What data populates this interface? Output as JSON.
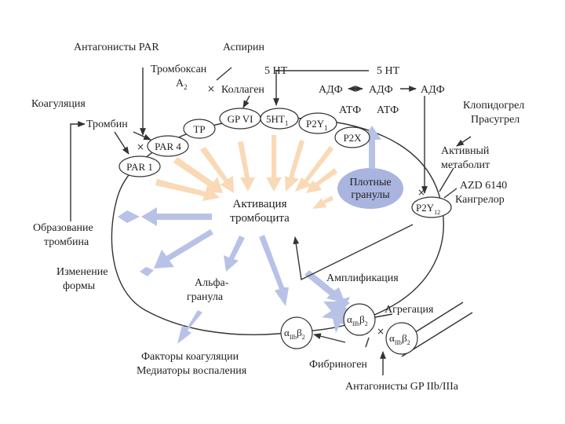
{
  "labels": {
    "par_antagonists": "Антагонисты PAR",
    "aspirin": "Аспирин",
    "thromboxane": "Тромбоксан",
    "a2": "A",
    "a2_sub": "2",
    "collagen": "Коллаген",
    "ht5_left": "5 HT",
    "ht5_right": "5 HT",
    "adp_left": "АДФ",
    "adp_mid": "АДФ",
    "adp_right": "АДФ",
    "atp_left": "АТФ",
    "atp_right": "АТФ",
    "coagulation": "Коагуляция",
    "thrombin": "Тромбин",
    "clopidogrel": "Клопидогрел",
    "prasugrel": "Прасугрел",
    "active": "Активный",
    "metabolite": "метаболит",
    "azd": "AZD 6140",
    "cangrelor": "Кангрелор",
    "dense1": "Плотные",
    "dense2": "гранулы",
    "activation1": "Активация",
    "activation2": "тромбоцита",
    "thrombin_formation1": "Образование",
    "thrombin_formation2": "тромбина",
    "shape1": "Изменение",
    "shape2": "формы",
    "alpha1": "Альфа-",
    "alpha2": "гранула",
    "amplification": "Амплификация",
    "aggregation": "Агрегация",
    "fibrinogen": "Фибриноген",
    "factors1": "Факторы коагуляции",
    "factors2": "Медиаторы воспаления",
    "gp_antagonists": "Антагонисты GP IIb/IIIa"
  },
  "receptors": {
    "par1": "PAR 1",
    "par4": "PAR 4",
    "tp": "TP",
    "gpvi": "GP VI",
    "ht1": "5HT",
    "ht1_sub": "1",
    "p2y1": "P2Y",
    "p2y1_sub": "1",
    "p2x": "P2X",
    "p2y12": "P2Y",
    "p2y12_sub": "12",
    "integrin_alpha": "α",
    "integrin_sub": "IIb",
    "integrin_beta": "β",
    "integrin_beta_sub": "2"
  },
  "colors": {
    "peach_arrow": "#f9d9b6",
    "blue_arrow": "#b8c2e6",
    "dense_granule": "#a9b4df"
  }
}
